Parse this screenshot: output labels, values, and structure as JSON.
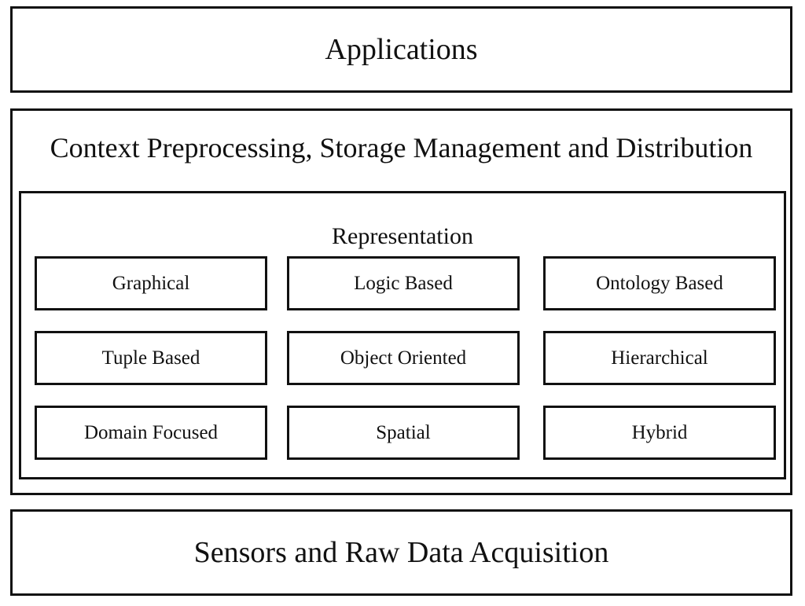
{
  "layers": {
    "top": "Applications",
    "middle": "Context Preprocessing, Storage Management and Distribution",
    "bottom": "Sensors and Raw Data Acquisition"
  },
  "representation": {
    "title": "Representation",
    "items": [
      "Graphical",
      "Logic Based",
      "Ontology Based",
      "Tuple Based",
      "Object Oriented",
      "Hierarchical",
      "Domain Focused",
      "Spatial",
      "Hybrid"
    ]
  }
}
